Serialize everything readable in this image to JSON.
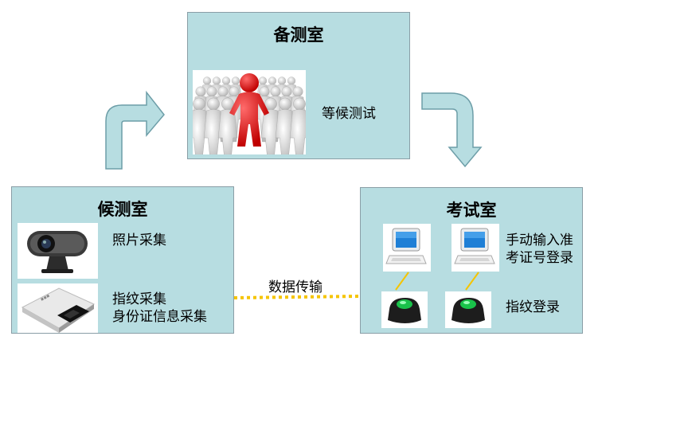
{
  "standby_room": {
    "title": "备测室",
    "label": "等候测试"
  },
  "waiting_room": {
    "title": "候测室",
    "photo_label": "照片采集",
    "fingerprint_label_1": "指纹采集",
    "fingerprint_label_2": "身份证信息采集"
  },
  "exam_room": {
    "title": "考试室",
    "manual_label_1": "手动输入准",
    "manual_label_2": "考证号登录",
    "fingerprint_login_label": "指纹登录"
  },
  "link": {
    "label": "数据传输"
  },
  "colors": {
    "room_fill": "#b7dde1",
    "room_border": "#8a9ea6",
    "arrow_fill": "#b7dde1",
    "arrow_stroke": "#6d9ea8",
    "link_line": "#f5c400",
    "figure_red": "#e3131b"
  }
}
